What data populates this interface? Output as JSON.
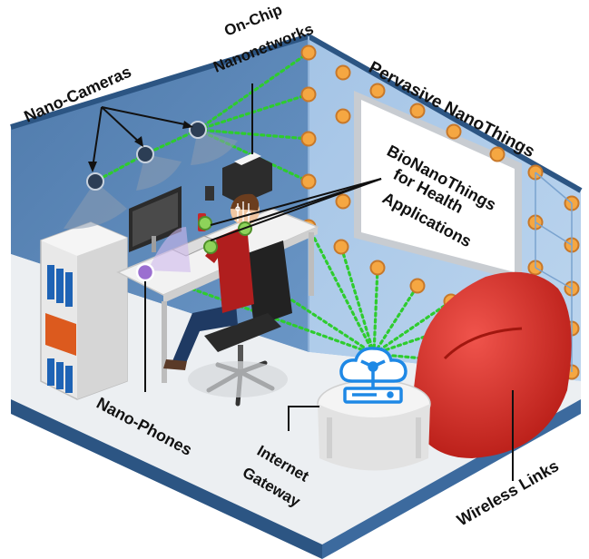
{
  "labels": {
    "nano_cameras": "Nano-Cameras",
    "on_chip_line1": "On-Chip",
    "on_chip_line2": "Nanonetworks",
    "pervasive": "Pervasive NanoThings",
    "bionano_line1": "BioNanoThings",
    "bionano_line2": "for Health",
    "bionano_line3": "Applications",
    "nano_phones": "Nano-Phones",
    "internet_line1": "Internet",
    "internet_line2": "Gateway",
    "wireless_links": "Wireless Links"
  },
  "colors": {
    "wall_left": "#5b86b6",
    "wall_right": "#a8c7e8",
    "floor": "#e9ecef",
    "node_orange": "#f5a742",
    "link_green": "#2ecc2e",
    "gateway_blue": "#1e88e5",
    "beanbag_red": "#d62c25",
    "camera_dark": "#2c3e55",
    "nanophone_purple": "#9b6fd0"
  },
  "icons": {
    "gateway": "cloud-network-icon",
    "camera": "camera-node-icon",
    "node": "nano-node-icon"
  }
}
